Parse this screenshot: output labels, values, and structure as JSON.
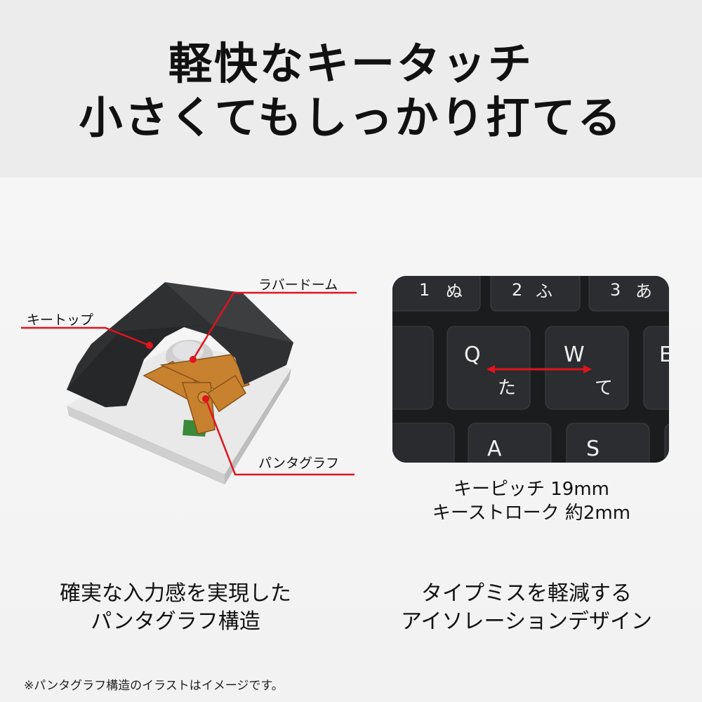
{
  "header": {
    "line1": "軽快なキータッチ",
    "line2": "小さくてもしっかり打てる"
  },
  "illustration": {
    "label_keytop": "キートップ",
    "label_rubber_dome": "ラバードーム",
    "label_pantograph": "パンタグラフ",
    "colors": {
      "keycap": "#2f3031",
      "pantograph": "#c8812f",
      "base": "#e8e8e8",
      "pcb": "#3c8a3a",
      "callout_line": "#e0141e"
    }
  },
  "photo": {
    "keys": {
      "num1": "1",
      "kana_nu": "ぬ",
      "num2": "2",
      "kana_fu": "ふ",
      "num3": "3",
      "kana_a": "あ",
      "q": "Q",
      "kana_ta": "た",
      "w": "W",
      "kana_te": "て",
      "e": "E",
      "a": "A",
      "s": "S"
    }
  },
  "specs": {
    "key_pitch": "キーピッチ 19mm",
    "key_stroke": "キーストローク 約2mm"
  },
  "features": {
    "left_line1": "確実な入力感を実現した",
    "left_line2": "パンタグラフ構造",
    "right_line1": "タイプミスを軽減する",
    "right_line2": "アイソレーションデザイン"
  },
  "footnote": "※パンタグラフ構造のイラストはイメージです。"
}
